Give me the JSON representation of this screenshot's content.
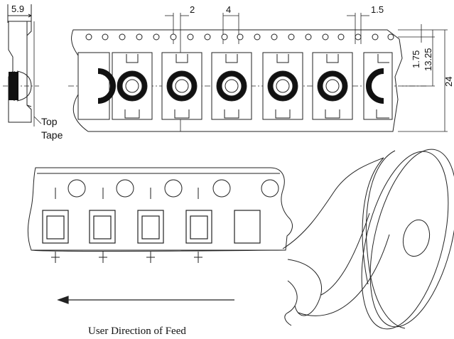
{
  "dimensions": {
    "side_width": "5.9",
    "pitch_a": "2",
    "pitch_b": "4",
    "hole_dia": "1.5",
    "edge_to_hole": "1.75",
    "edge_to_cavity": "13.25",
    "tape_width": "24"
  },
  "labels": {
    "top": "Top",
    "tape": "Tape",
    "feed_direction": "User Direction of Feed"
  },
  "counts": {
    "top_cavities": 7,
    "bottom_filled_pockets": 4,
    "bottom_empty_pockets": 1
  }
}
